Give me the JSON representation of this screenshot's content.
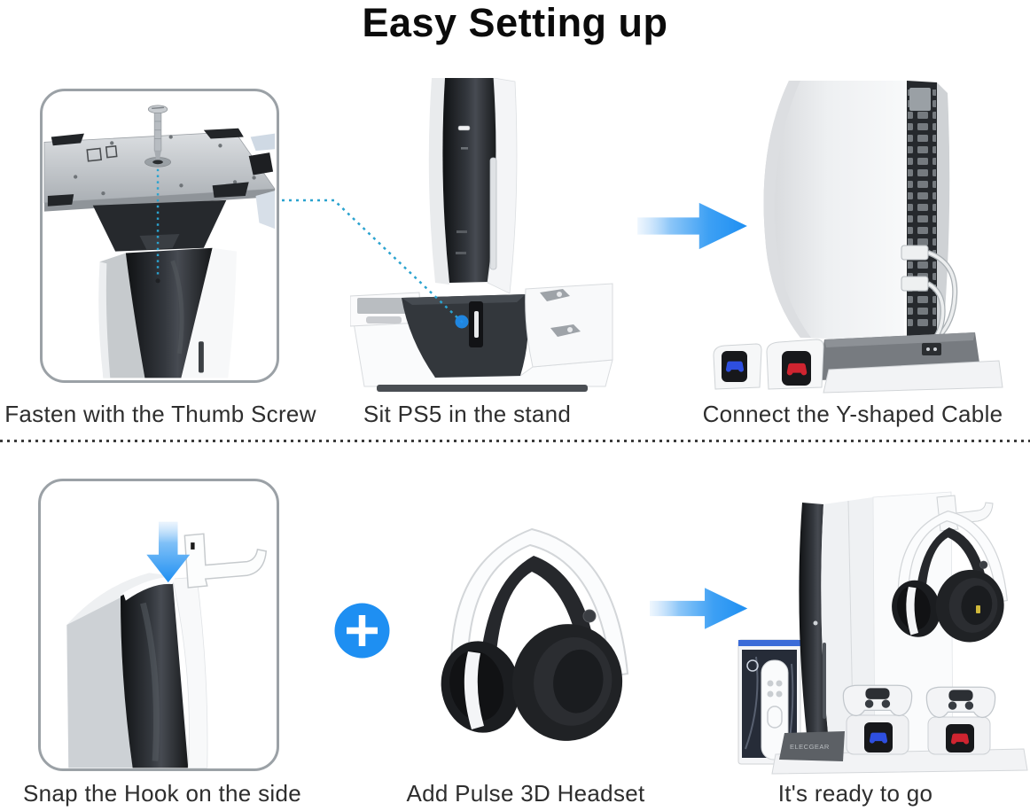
{
  "title": "Easy Setting up",
  "steps": [
    {
      "caption": "Fasten with the Thumb Screw"
    },
    {
      "caption": "Sit PS5 in the stand"
    },
    {
      "caption": "Connect the Y-shaped Cable"
    },
    {
      "caption": "Snap the Hook on the side"
    },
    {
      "caption": "Add Pulse 3D Headset"
    },
    {
      "caption": "It's ready to go"
    }
  ],
  "brand": {
    "base_label": "ELECGEAR"
  },
  "icons": {
    "arrow_right": "→",
    "arrow_down": "↓",
    "plus": "+",
    "controller_led": "gamepad-glyph"
  },
  "colors": {
    "accent_blue": "#1E8FF2",
    "dotted_guide": "#2BA3CF",
    "led_blue": "#2E4FE0",
    "led_red": "#CF2430",
    "panel_border": "#9BA1A6",
    "title_text": "#0B0B0B",
    "caption_text": "#2E2E2E"
  }
}
